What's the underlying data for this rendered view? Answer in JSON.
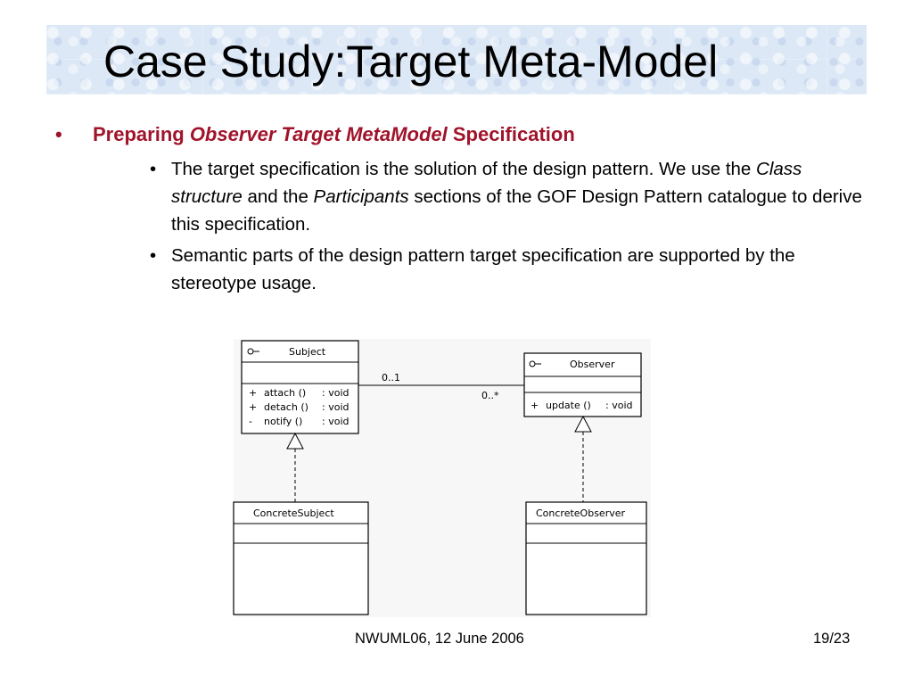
{
  "slide": {
    "title": "Case Study:Target Meta-Model",
    "bullet": {
      "marker": "•",
      "prefix": "Preparing ",
      "emphasis": "Observer Target MetaModel",
      "suffix": " Specification"
    },
    "subbullets": [
      {
        "marker": "•",
        "parts": [
          "The target specification is the solution of the design pattern. We use the ",
          "Class structure",
          " and the ",
          "Participants",
          " sections of the GOF Design Pattern catalogue to derive this specification."
        ]
      },
      {
        "marker": "•",
        "text": "Semantic parts of the design pattern target specification are supported by the stereotype usage."
      }
    ]
  },
  "diagram": {
    "subject": {
      "name": "Subject",
      "methods": [
        {
          "visibility": "+",
          "name": "attach ()",
          "type": ": void"
        },
        {
          "visibility": "+",
          "name": "detach ()",
          "type": ": void"
        },
        {
          "visibility": "-",
          "name": "notify ()",
          "type": ": void"
        }
      ]
    },
    "observer": {
      "name": "Observer",
      "methods": [
        {
          "visibility": "+",
          "name": "update ()",
          "type": ": void"
        }
      ]
    },
    "concrete_subject": {
      "name": "ConcreteSubject"
    },
    "concrete_observer": {
      "name": "ConcreteObserver"
    },
    "association": {
      "subject_multiplicity": "0..1",
      "observer_multiplicity": "0..*"
    }
  },
  "footer": {
    "event": "NWUML06, 12 June 2006",
    "page": "19/23"
  }
}
